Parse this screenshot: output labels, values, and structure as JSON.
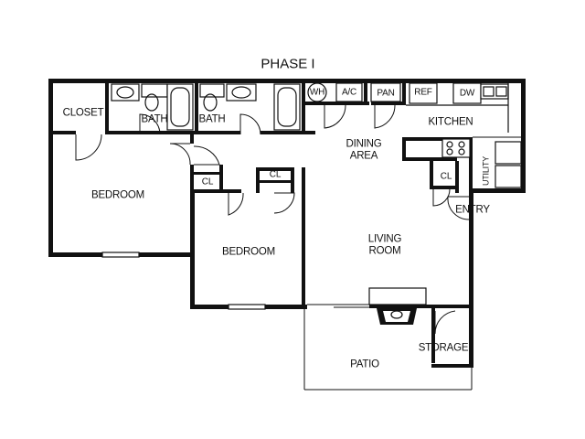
{
  "title": "PHASE I",
  "rooms": {
    "closet": "CLOSET",
    "bath1": "BATH",
    "bath2": "BATH",
    "wh": "WH",
    "ac": "A/C",
    "pan": "PAN",
    "ref": "REF",
    "dw": "DW",
    "kitchen": "KITCHEN",
    "dining_line1": "DINING",
    "dining_line2": "AREA",
    "cl_hall": "CL",
    "cl_bed2": "CL",
    "cl_kitchen": "CL",
    "utility": "UTILITY",
    "bedroom1": "BEDROOM",
    "bedroom2": "BEDROOM",
    "entry": "ENTRY",
    "living_line1": "LIVING",
    "living_line2": "ROOM",
    "storage": "STORAGE",
    "patio": "PATIO"
  }
}
